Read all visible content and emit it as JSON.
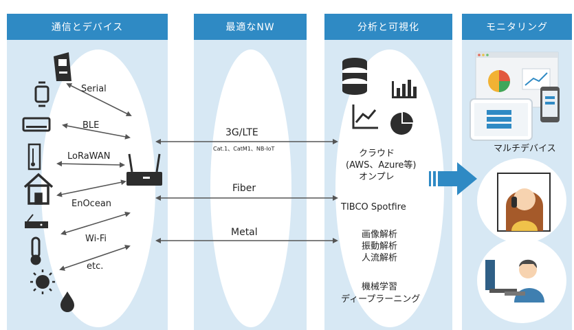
{
  "columns": [
    {
      "title": "通信とデバイス"
    },
    {
      "title": "最適なNW"
    },
    {
      "title": "分析と可視化"
    },
    {
      "title": "モニタリング"
    }
  ],
  "device_links": [
    "Serial",
    "BLE",
    "LoRaWAN",
    "EnOcean",
    "Wi-Fi",
    "etc."
  ],
  "networks": {
    "lte": "3G/LTE",
    "lte_sub": "Cat.1、CatM1、NB-IoT",
    "fiber": "Fiber",
    "metal": "Metal"
  },
  "analysis": {
    "cloud_1": "クラウド",
    "cloud_2": "(AWS、Azure等)",
    "cloud_3": "オンプレ",
    "tool": "TIBCO Spotfire",
    "analytics_1": "画像解析",
    "analytics_2": "振動解析",
    "analytics_3": "人流解析",
    "ml_1": "機械学習",
    "ml_2": "ディープラーニング"
  },
  "monitoring": {
    "multi_device": "マルチデバイス"
  },
  "colors": {
    "header": "#2f8ac4",
    "column": "#d7e8f4",
    "arrow": "#2f8ac4",
    "icon": "#2d2d2d"
  },
  "icons": [
    "kiosk-icon",
    "smartwatch-icon",
    "air-conditioner-icon",
    "thermometer-gauge-icon",
    "house-icon",
    "router-small-icon",
    "thermometer-icon",
    "sun-icon",
    "water-drop-icon",
    "gateway-router-icon",
    "database-icon",
    "bar-chart-icon",
    "line-chart-icon",
    "pie-chart-icon",
    "dashboard-icon",
    "phone-operator-icon",
    "pc-operator-icon"
  ]
}
